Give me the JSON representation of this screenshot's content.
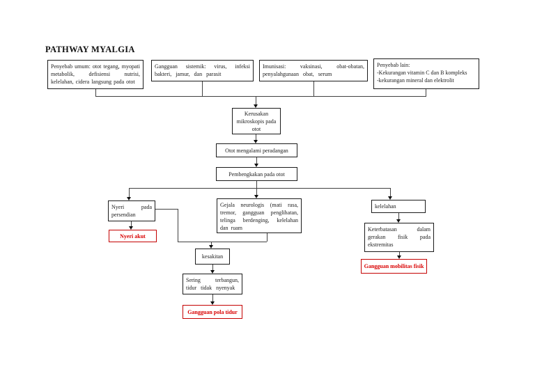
{
  "page": {
    "title": "PATHWAY MYALGIA"
  },
  "colors": {
    "box_border": "#1a1a1a",
    "connector_line": "#404040",
    "diagnosis_red": "#d90000",
    "background": "#ffffff"
  },
  "nodes": {
    "penyebab_umum": "Penyebab umum: otot tegang, myopati metabolik, defisiensi nutrisi, kelelahan, cidera langsung pada otot",
    "gangguan_sistemik": "Gangguan sistemik: virus, infeksi bakteri, jamur, dan parasit",
    "imunisasi": "Imunisasi: vaksinasi, obat-obatan, penyalahgunaan obat, serum",
    "penyebab_lain": {
      "line1": "Penyebab lain:",
      "line2": "-Kekurangan vitamin C dan B kompleks",
      "line3": "-kekurangan mineral dan elektrolit"
    },
    "kerusakan_mikroskopis": "Kerusakan mikroskopis pada otot",
    "otot_peradangan": "Otot mengalami peradangan",
    "pembengkakan": "Pembengkakan pada otot",
    "nyeri_persendian": "Nyeri pada persendian",
    "gejala_neurologis": "Gejala neurologis (mati rasa, tremor, gangguan penglihatan, telinga berdenging, kelelahan dan ruam",
    "kelelahan": "kelelahan",
    "nyeri_akut": "Nyeri akut",
    "keterbatasan_gerak": "Keterbatasan dalam gerakan fisik pada ekstremitas",
    "gangguan_mobilitas": "Gangguan mobilitas fisik",
    "kesakitan": "kesakitan",
    "sering_terbangun": "Sering terbangun, tidur tidak nyenyak",
    "gangguan_pola_tidur": "Gangguan pola tidur"
  }
}
